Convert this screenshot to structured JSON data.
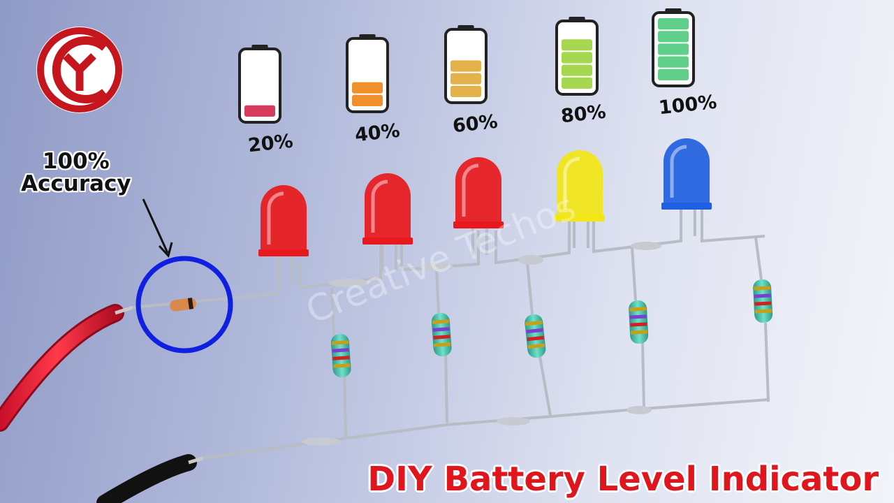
{
  "battery_levels": [
    {
      "label": "20%",
      "level": 0.2,
      "color": "#d83a5a"
    },
    {
      "label": "40%",
      "level": 0.4,
      "color": "#f0902a"
    },
    {
      "label": "60%",
      "level": 0.6,
      "color": "#e3b24a"
    },
    {
      "label": "80%",
      "level": 0.8,
      "color": "#a5d84e"
    },
    {
      "label": "100%",
      "level": 1.0,
      "color": "#5fcf8a"
    }
  ],
  "leds": [
    {
      "color": "#e8191c"
    },
    {
      "color": "#e8191c"
    },
    {
      "color": "#e8191c"
    },
    {
      "color": "#f2e614"
    },
    {
      "color": "#1f5fe0"
    }
  ],
  "annotation": {
    "line1": "100%",
    "line2": "Accuracy",
    "circle_color": "#1020e0"
  },
  "watermark": "Creative Techos",
  "title": "DIY Battery Level Indicator",
  "logo": {
    "color": "#c4161c"
  }
}
